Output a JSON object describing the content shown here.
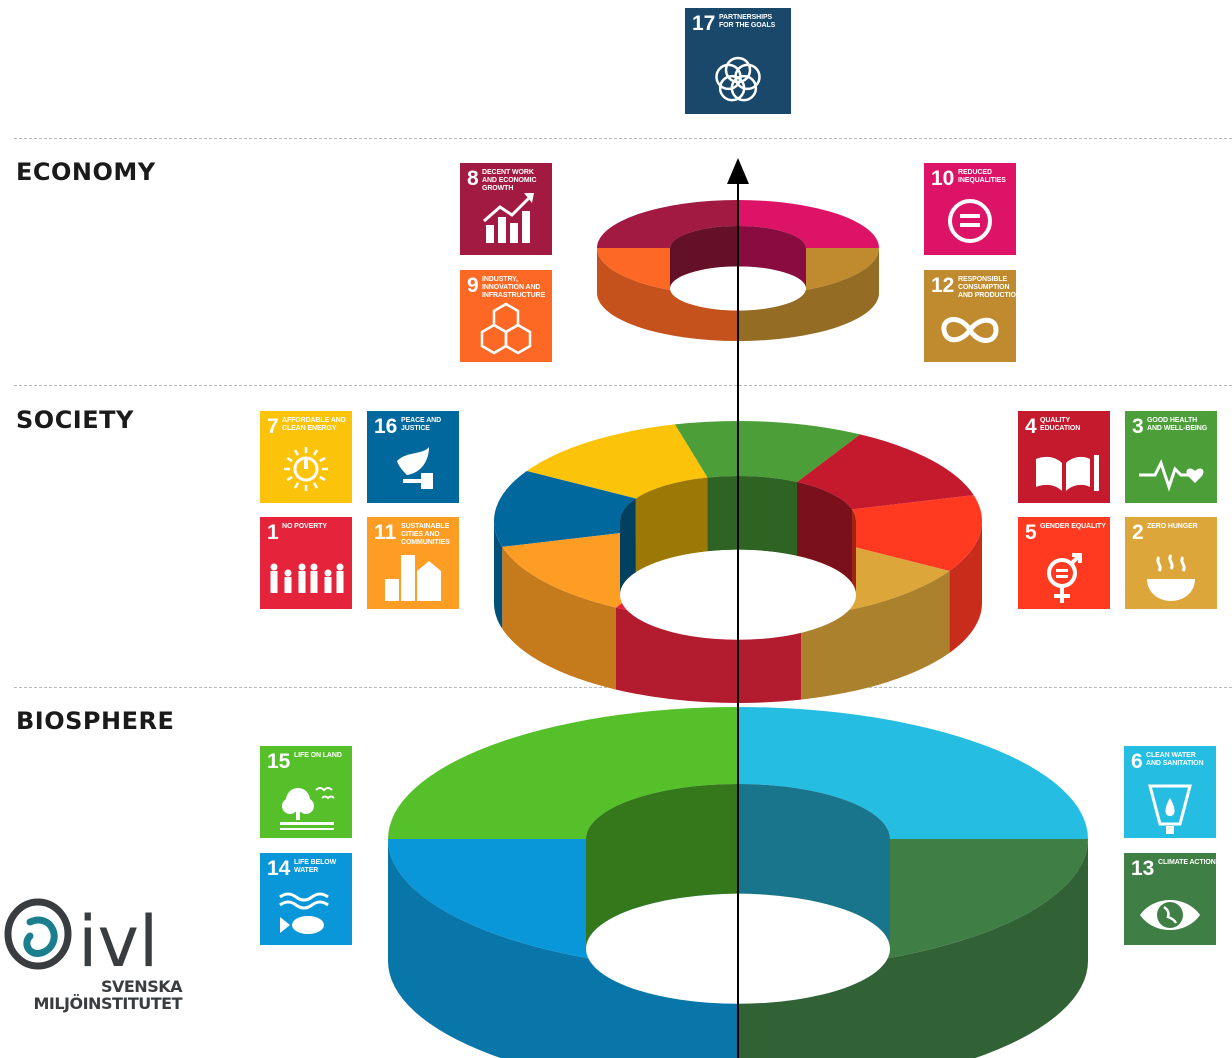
{
  "layers": {
    "economy": "ECONOMY",
    "society": "SOCIETY",
    "biosphere": "BIOSPHERE"
  },
  "goals": {
    "g17": {
      "num": "17",
      "label": "PARTNERSHIPS FOR THE GOALS",
      "color": "#19486A",
      "icon": "partnership-rings-icon"
    },
    "g8": {
      "num": "8",
      "label": "DECENT WORK AND ECONOMIC GROWTH",
      "color": "#A21942",
      "icon": "growth-chart-icon"
    },
    "g9": {
      "num": "9",
      "label": "INDUSTRY, INNOVATION AND INFRASTRUCTURE",
      "color": "#FD6925",
      "icon": "cubes-icon"
    },
    "g10": {
      "num": "10",
      "label": "REDUCED INEQUALITIES",
      "color": "#DD1367",
      "icon": "equals-circle-icon"
    },
    "g12": {
      "num": "12",
      "label": "RESPONSIBLE CONSUMPTION AND PRODUCTION",
      "color": "#BF8B2E",
      "icon": "infinity-icon"
    },
    "g7": {
      "num": "7",
      "label": "AFFORDABLE AND CLEAN ENERGY",
      "color": "#FCC30B",
      "icon": "sun-power-icon"
    },
    "g16": {
      "num": "16",
      "label": "PEACE AND JUSTICE",
      "color": "#00689D",
      "icon": "dove-gavel-icon"
    },
    "g1": {
      "num": "1",
      "label": "NO POVERTY",
      "color": "#E5243B",
      "icon": "family-icon"
    },
    "g11": {
      "num": "11",
      "label": "SUSTAINABLE CITIES AND COMMUNITIES",
      "color": "#FD9D24",
      "icon": "city-icon"
    },
    "g4": {
      "num": "4",
      "label": "QUALITY EDUCATION",
      "color": "#C5192D",
      "icon": "book-pencil-icon"
    },
    "g3": {
      "num": "3",
      "label": "GOOD HEALTH AND WELL-BEING",
      "color": "#4C9F38",
      "icon": "heartbeat-icon"
    },
    "g5": {
      "num": "5",
      "label": "GENDER EQUALITY",
      "color": "#FF3A21",
      "icon": "gender-symbol-icon"
    },
    "g2": {
      "num": "2",
      "label": "ZERO HUNGER",
      "color": "#DDA63A",
      "icon": "bowl-icon"
    },
    "g15": {
      "num": "15",
      "label": "LIFE ON LAND",
      "color": "#56C02B",
      "icon": "tree-birds-icon"
    },
    "g14": {
      "num": "14",
      "label": "LIFE BELOW WATER",
      "color": "#0A97D9",
      "icon": "fish-waves-icon"
    },
    "g6": {
      "num": "6",
      "label": "CLEAN WATER AND SANITATION",
      "color": "#26BDE2",
      "icon": "water-drop-icon"
    },
    "g13": {
      "num": "13",
      "label": "CLIMATE ACTION",
      "color": "#3F7E44",
      "icon": "eye-globe-icon"
    }
  },
  "logo": {
    "wordmark": "ivl",
    "line1": "SVENSKA",
    "line2": "MILJÖINSTITUTET",
    "color": "#3A3D40",
    "accent": "#1B7E8F"
  },
  "colors": {
    "axis": "#000000",
    "separator": "#b9b9b9"
  }
}
